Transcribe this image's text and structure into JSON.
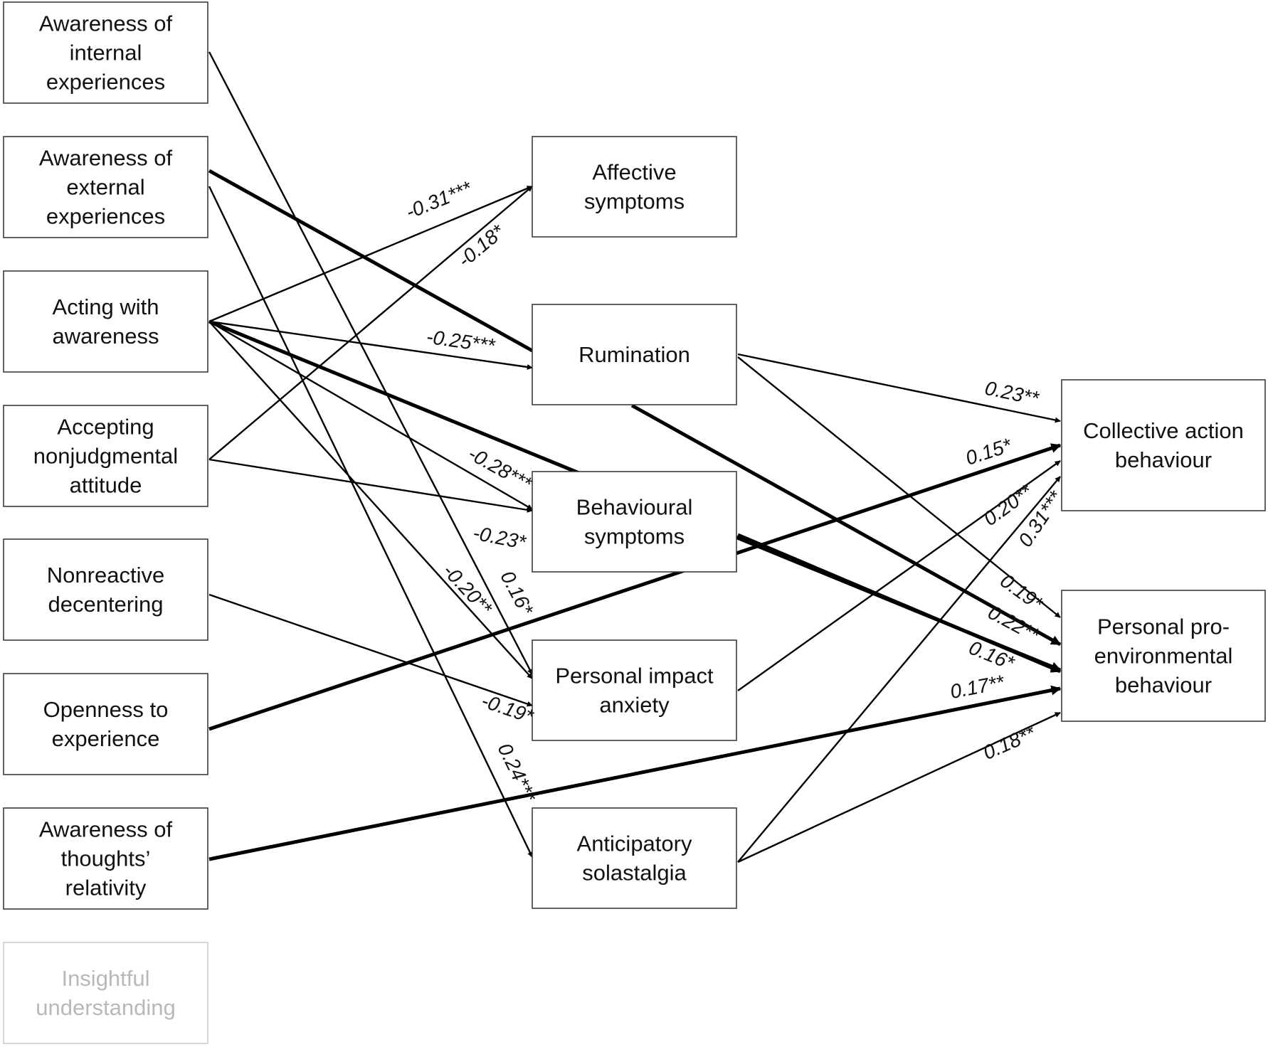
{
  "nodes": [
    {
      "id": "aie",
      "lines": [
        "Awareness of",
        "internal",
        "experiences"
      ]
    },
    {
      "id": "aee",
      "lines": [
        "Awareness of",
        "external",
        "experiences"
      ]
    },
    {
      "id": "awa",
      "lines": [
        "Acting with",
        "awareness"
      ]
    },
    {
      "id": "ana",
      "lines": [
        "Accepting",
        "nonjudgmental",
        "attitude"
      ]
    },
    {
      "id": "nrd",
      "lines": [
        "Nonreactive",
        "decentering"
      ]
    },
    {
      "id": "ote",
      "lines": [
        "Openness to",
        "experience"
      ]
    },
    {
      "id": "atr",
      "lines": [
        "Awareness of",
        "thoughts’",
        "relativity"
      ]
    },
    {
      "id": "ins",
      "lines": [
        "Insightful",
        "understanding"
      ],
      "faded": true
    },
    {
      "id": "aff",
      "lines": [
        "Affective",
        "symptoms"
      ]
    },
    {
      "id": "rum",
      "lines": [
        "Rumination"
      ]
    },
    {
      "id": "beh",
      "lines": [
        "Behavioural",
        "symptoms"
      ]
    },
    {
      "id": "pia",
      "lines": [
        "Personal impact",
        "anxiety"
      ]
    },
    {
      "id": "ant",
      "lines": [
        "Anticipatory",
        "solastalgia"
      ]
    },
    {
      "id": "cab",
      "lines": [
        "Collective action",
        "behaviour"
      ]
    },
    {
      "id": "ppe",
      "lines": [
        "Personal pro-",
        "environmental",
        "behaviour"
      ]
    }
  ],
  "edges": [
    {
      "from": "aie",
      "to": "pia",
      "label": "0.16*"
    },
    {
      "from": "aee",
      "to": "rum",
      "label": ""
    },
    {
      "from": "aee",
      "to": "ant",
      "label": "0.24***"
    },
    {
      "from": "awa",
      "to": "aff",
      "label": "-0.31***"
    },
    {
      "from": "awa",
      "to": "rum",
      "label": "-0.25***"
    },
    {
      "from": "awa",
      "to": "beh",
      "label": "-0.28***"
    },
    {
      "from": "awa",
      "to": "pia",
      "label": "-0.20**"
    },
    {
      "from": "awa",
      "to": "ppe",
      "label": "0.16*"
    },
    {
      "from": "ana",
      "to": "aff",
      "label": "-0.18*"
    },
    {
      "from": "ana",
      "to": "beh",
      "label": "-0.23*"
    },
    {
      "from": "nrd",
      "to": "pia",
      "label": "-0.19*"
    },
    {
      "from": "ote",
      "to": "cab",
      "label": "0.15*"
    },
    {
      "from": "atr",
      "to": "ppe",
      "label": "0.17**"
    },
    {
      "from": "rum",
      "to": "cab",
      "label": "0.23**"
    },
    {
      "from": "rum",
      "to": "ppe",
      "label": "0.19*"
    },
    {
      "from": "rum",
      "to": "ppe",
      "label": "0.22**"
    },
    {
      "from": "pia",
      "to": "cab",
      "label": "0.20**"
    },
    {
      "from": "ant",
      "to": "cab",
      "label": "0.31***"
    },
    {
      "from": "ant",
      "to": "ppe",
      "label": "0.18**"
    }
  ]
}
